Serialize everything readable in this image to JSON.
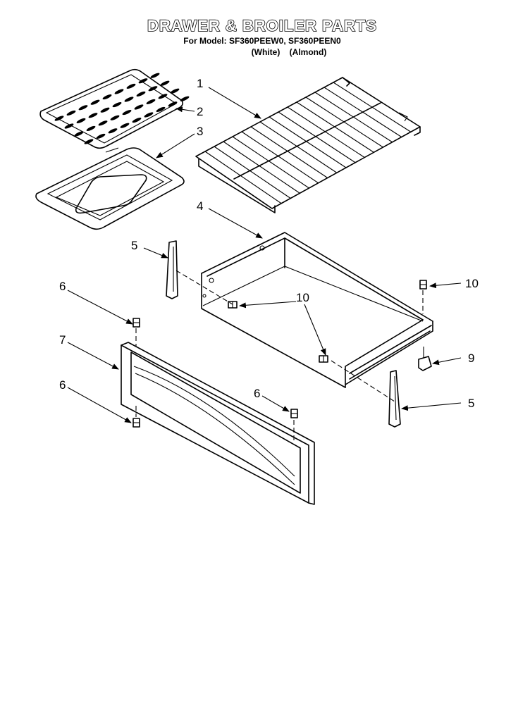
{
  "header": {
    "title": "DRAWER & BROILER PARTS",
    "model_line": "For Model: SF360PEEW0, SF360PEEN0",
    "color_line": "(White)    (Almond)"
  },
  "callouts": [
    {
      "id": "c1",
      "number": "1",
      "part": "oven-rack"
    },
    {
      "id": "c2",
      "number": "2",
      "part": "broiler-grid"
    },
    {
      "id": "c3",
      "number": "3",
      "part": "broiler-pan"
    },
    {
      "id": "c4",
      "number": "4",
      "part": "drawer-body"
    },
    {
      "id": "c5a",
      "number": "5",
      "part": "drawer-slide"
    },
    {
      "id": "c5b",
      "number": "5",
      "part": "drawer-slide"
    },
    {
      "id": "c6a",
      "number": "6",
      "part": "screw"
    },
    {
      "id": "c6b",
      "number": "6",
      "part": "screw"
    },
    {
      "id": "c6c",
      "number": "6",
      "part": "screw"
    },
    {
      "id": "c7",
      "number": "7",
      "part": "drawer-front-panel"
    },
    {
      "id": "c9",
      "number": "9",
      "part": "drawer-stop"
    },
    {
      "id": "c10a",
      "number": "10",
      "part": "screw"
    },
    {
      "id": "c10b",
      "number": "10",
      "part": "screw"
    }
  ]
}
